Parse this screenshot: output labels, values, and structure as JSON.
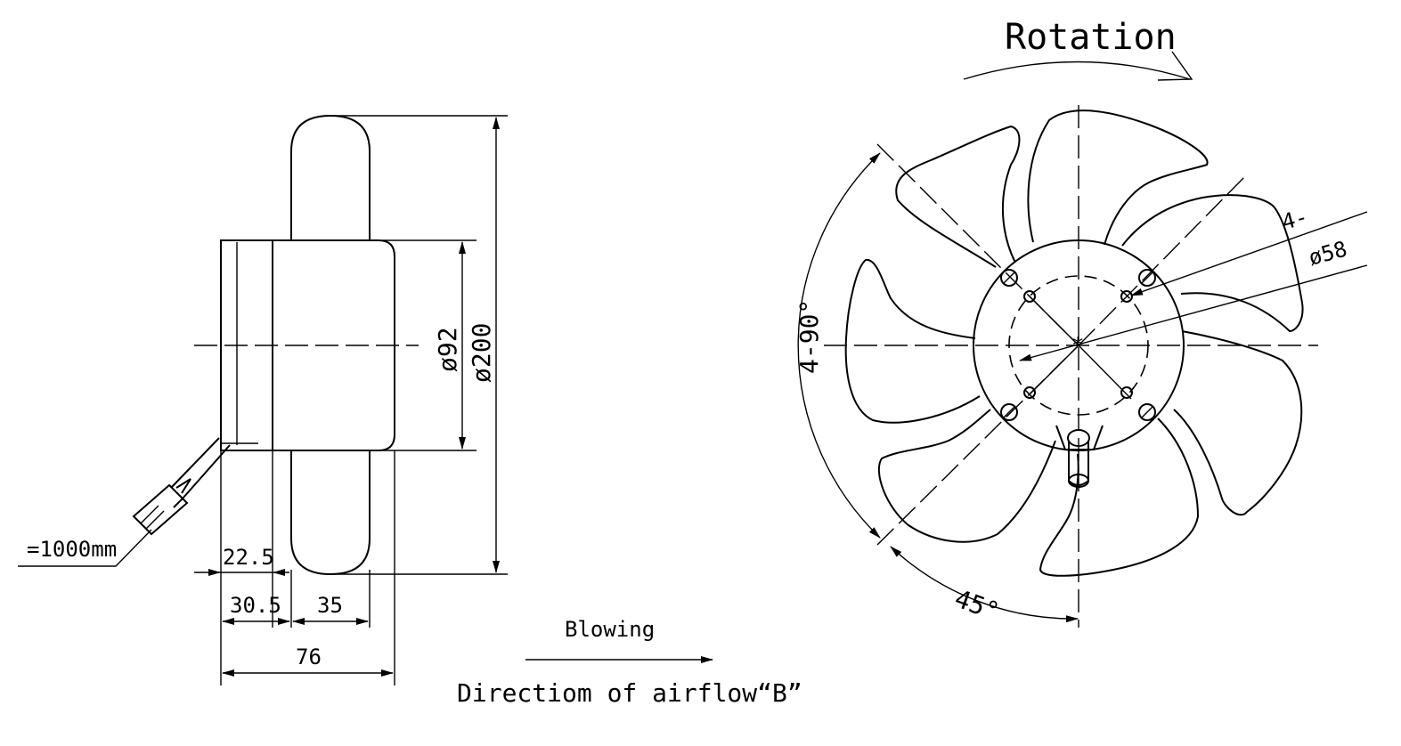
{
  "dimensions": {
    "d92": "ø92",
    "d200": "ø200",
    "d58": "ø58",
    "d225": "22.5",
    "d305": "30.5",
    "d35": "35",
    "d76": "76",
    "cable": "=1000mm",
    "holes": "4-",
    "angle_4_90": "4-90°",
    "angle_45": "45°"
  },
  "labels": {
    "rotation": "Rotation",
    "blowing": "Blowing",
    "airflow": "Directiom of airflow“B”"
  }
}
